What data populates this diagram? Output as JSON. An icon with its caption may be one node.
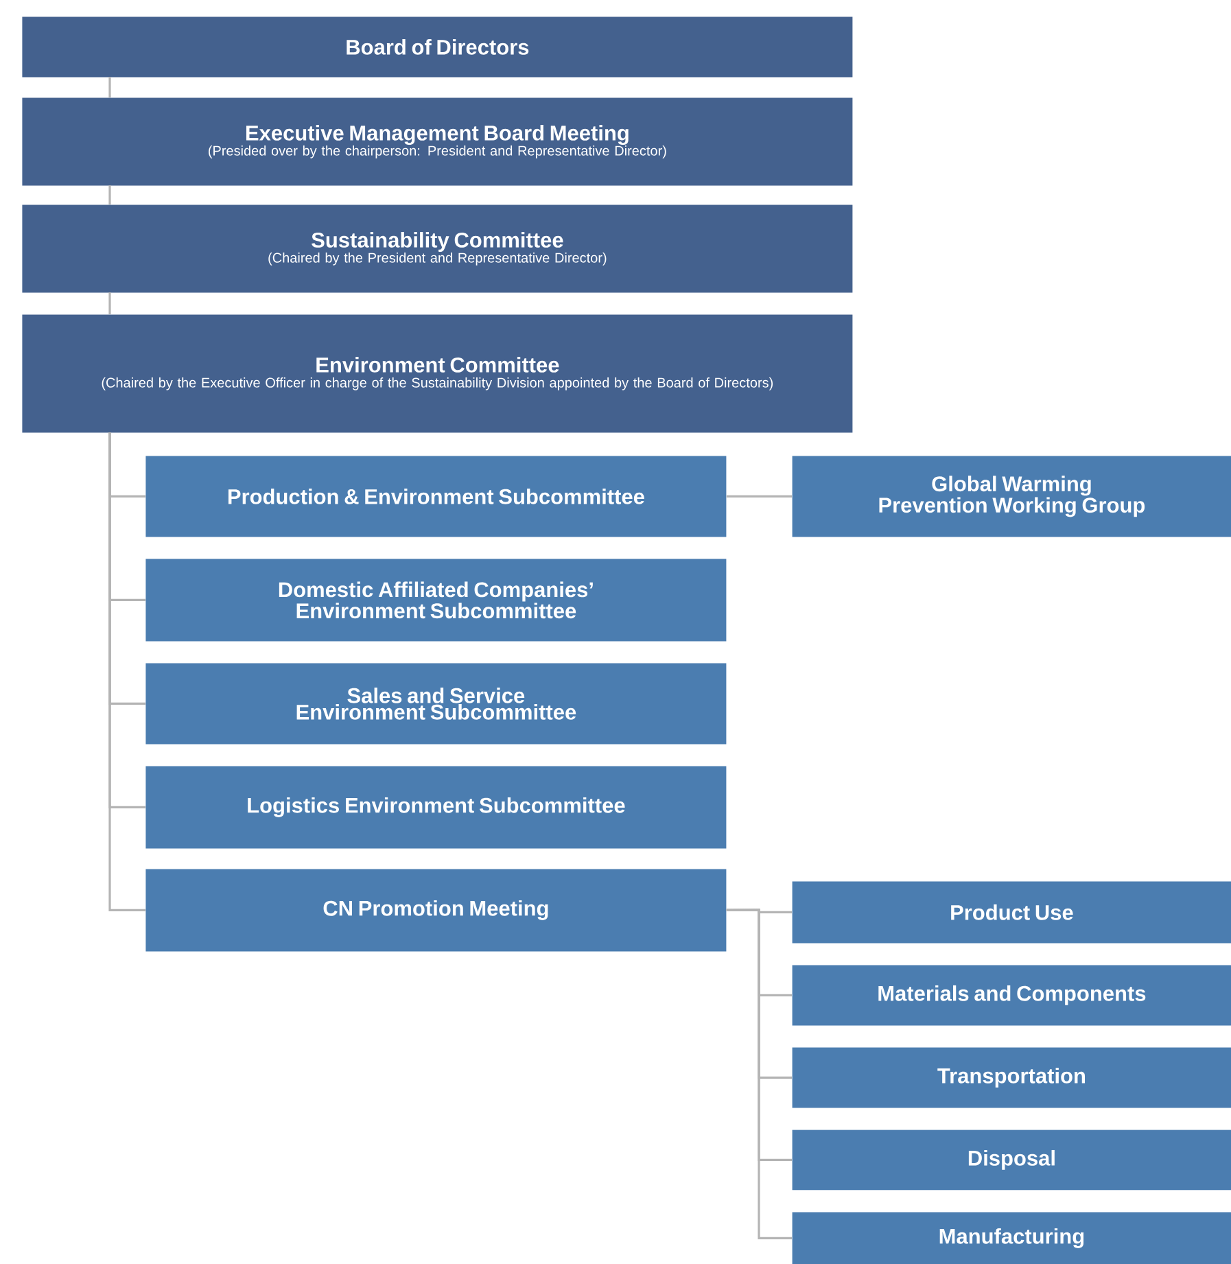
{
  "diagram": {
    "nodes": [
      {
        "text": [
          "Board of Directors"
        ]
      },
      {
        "text": [
          "Executive Management Board Meeting",
          "(Presided over by the chairperson: President and Representative Director)"
        ]
      },
      {
        "text": [
          "Sustainability Committee",
          "(Chaired by the President and Representative Director)"
        ]
      },
      {
        "text": [
          "Environment Committee",
          "(Chaired by the Executive Officer in charge of the Sustainability Division appointed by the Board of Directors)"
        ]
      },
      {
        "text": [
          "Production & Environment Subcommittee"
        ]
      },
      {
        "text": [
          "Global Warming Prevention Working Group"
        ]
      },
      {
        "text": [
          "Domestic Affiliated Companies’ Environment Subcommittee"
        ]
      },
      {
        "text": [
          "Sales and Service Environment Subcommittee"
        ]
      },
      {
        "text": [
          "Logistics Environment Subcommittee"
        ]
      },
      {
        "text": [
          "CN Promotion Meeting"
        ]
      },
      {
        "text": [
          "Product Use"
        ]
      },
      {
        "text": [
          "Materials and Components"
        ]
      },
      {
        "text": [
          "Transportation"
        ]
      },
      {
        "text": [
          "Disposal"
        ]
      },
      {
        "text": [
          "Manufacturing"
        ]
      }
    ],
    "edges": [
      {
        "from": 0,
        "to": 1,
        "arrow": "none"
      },
      {
        "from": 1,
        "to": 2,
        "arrow": "none"
      },
      {
        "from": 2,
        "to": 3,
        "arrow": "none"
      },
      {
        "from": 3,
        "to": 4,
        "arrow": "none"
      },
      {
        "from": 3,
        "to": 6,
        "arrow": "none"
      },
      {
        "from": 3,
        "to": 7,
        "arrow": "none"
      },
      {
        "from": 3,
        "to": 8,
        "arrow": "none"
      },
      {
        "from": 3,
        "to": 9,
        "arrow": "none"
      },
      {
        "from": 4,
        "to": 5,
        "arrow": "none"
      },
      {
        "from": 9,
        "to": 10,
        "arrow": "none"
      },
      {
        "from": 9,
        "to": 11,
        "arrow": "none"
      },
      {
        "from": 9,
        "to": 12,
        "arrow": "none"
      },
      {
        "from": 9,
        "to": 13,
        "arrow": "none"
      },
      {
        "from": 9,
        "to": 14,
        "arrow": "none"
      }
    ]
  }
}
